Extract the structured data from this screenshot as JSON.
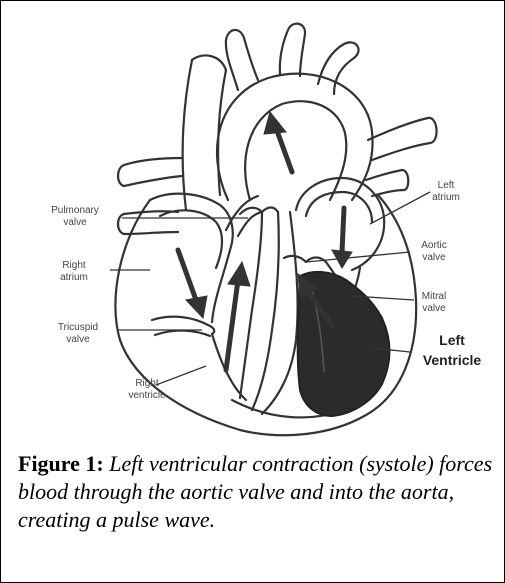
{
  "labels": {
    "pulmonary_valve": [
      "Pulmonary",
      "valve"
    ],
    "right_atrium": [
      "Right",
      "atrium"
    ],
    "tricuspid_valve": [
      "Tricuspid",
      "valve"
    ],
    "right_ventricle": [
      "Right",
      "ventricle"
    ],
    "left_atrium": [
      "Left",
      "atrium"
    ],
    "aortic_valve": [
      "Aortic",
      "valve"
    ],
    "mitral_valve": [
      "Mitral",
      "valve"
    ],
    "left_ventricle": [
      "Left",
      "Ventricle"
    ]
  },
  "caption": {
    "figure": "Figure 1:",
    "text": "Left ventricular contraction (systole) forces blood through the aortic valve and into the aorta, creating a pulse wave."
  },
  "colors": {
    "line": "#333333",
    "arrow": "#333333",
    "left_ventricle_fill": "#2b2b2b"
  }
}
